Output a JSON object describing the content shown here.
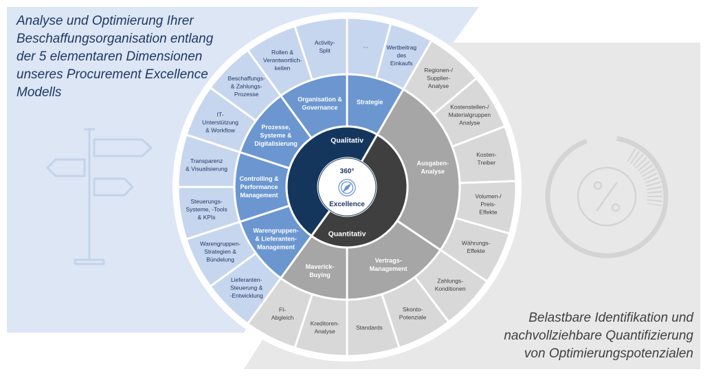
{
  "texts": {
    "left_headline": "Analyse und Optimierung Ihrer\nBeschaffungsorganisation entlang\nder 5 elementaren Dimensionen\nunseres Procurement Excellence\nModells",
    "right_headline": "Belastbare Identifikation und\nnachvollziehbare Quantifizierung\nvon Optimierungspotenzialen"
  },
  "colors": {
    "left_panel": "#dce6f5",
    "right_panel": "#e8e8e8",
    "qual_dark": "#14365d",
    "quan_dark": "#3f3f3f",
    "qual_mid": "#6b96d0",
    "quan_mid": "#a6a6a6",
    "qual_outer": "#c6d6ee",
    "quan_outer": "#d8d8d8",
    "ring_line": "#ffffff",
    "qual_text": "#1f3864",
    "quan_text": "#404040",
    "icon_blue": "#c4d3ea",
    "icon_grey": "#d4d4d4"
  },
  "diagram": {
    "center": {
      "line1": "360°",
      "line2": "Excellence",
      "icon": "compass-icon"
    },
    "hemispheres": [
      {
        "id": "qualitativ",
        "label": "Qualitativ"
      },
      {
        "id": "quantitativ",
        "label": "Quantitativ"
      }
    ],
    "dimensions": [
      {
        "id": "strategie",
        "group": "qual",
        "label": [
          "Strategie"
        ],
        "start": 0,
        "end": 30,
        "items": [
          {
            "label": [
              "..."
            ],
            "start": 0,
            "end": 15
          },
          {
            "label": [
              "Wertbeitrag",
              "des",
              "Einkaufs"
            ],
            "start": 15,
            "end": 30
          }
        ]
      },
      {
        "id": "ausgaben",
        "group": "quan",
        "label": [
          "Ausgaben-",
          "Analyse"
        ],
        "start": 30,
        "end": 124,
        "items": [
          {
            "label": [
              "Regionen-/",
              "Supplier-",
              "Analyse"
            ],
            "start": 30,
            "end": 50
          },
          {
            "label": [
              "Kostenstellen-/",
              "Materialgruppen",
              "Analyse"
            ],
            "start": 50,
            "end": 69
          },
          {
            "label": [
              "Kosten-",
              "Treiber"
            ],
            "start": 69,
            "end": 88
          },
          {
            "label": [
              "Volumen-/",
              "Preis-",
              "Effekte"
            ],
            "start": 88,
            "end": 106
          },
          {
            "label": [
              "Währungs-",
              "Effekte"
            ],
            "start": 106,
            "end": 124
          }
        ]
      },
      {
        "id": "vertrags",
        "group": "quan",
        "label": [
          "Vertrags-",
          "Management"
        ],
        "start": 124,
        "end": 180,
        "items": [
          {
            "label": [
              "Zahlungs-",
              "Konditionen"
            ],
            "start": 124,
            "end": 143
          },
          {
            "label": [
              "Skonto-",
              "Potenziale"
            ],
            "start": 143,
            "end": 162
          },
          {
            "label": [
              "Standards"
            ],
            "start": 162,
            "end": 180
          }
        ]
      },
      {
        "id": "maverick",
        "group": "quan",
        "label": [
          "Maverick-",
          "Buying"
        ],
        "start": 180,
        "end": 216,
        "items": [
          {
            "label": [
              "Kreditoren-",
              "Analyse"
            ],
            "start": 180,
            "end": 198
          },
          {
            "label": [
              "FI-",
              "Abgleich"
            ],
            "start": 198,
            "end": 216
          }
        ]
      },
      {
        "id": "warengruppen",
        "group": "qual",
        "label": [
          "Warengruppen-",
          "& Lieferanten-",
          "Management"
        ],
        "start": 216,
        "end": 252,
        "items": [
          {
            "label": [
              "Lieferanten-",
              "Steuerung &",
              "-Entwicklung"
            ],
            "start": 216,
            "end": 234
          },
          {
            "label": [
              "Warengruppen-",
              "Strategien &",
              "Bündelung"
            ],
            "start": 234,
            "end": 252
          }
        ]
      },
      {
        "id": "controlling",
        "group": "qual",
        "label": [
          "Controlling &",
          "Performance",
          "Management"
        ],
        "start": 252,
        "end": 288,
        "items": [
          {
            "label": [
              "Steuerungs-",
              "Systeme, -Tools",
              "& KPIs"
            ],
            "start": 252,
            "end": 270
          },
          {
            "label": [
              "Transparenz",
              "& Visualisierung"
            ],
            "start": 270,
            "end": 288
          }
        ]
      },
      {
        "id": "prozesse",
        "group": "qual",
        "label": [
          "Prozesse,",
          "Systeme &",
          "Digitalisierung"
        ],
        "start": 288,
        "end": 324,
        "items": [
          {
            "label": [
              "IT-",
              "Unterstützung",
              "& Workflow"
            ],
            "start": 288,
            "end": 306
          },
          {
            "label": [
              "Beschaffungs-",
              "& Zahlungs-",
              "Prozesse"
            ],
            "start": 306,
            "end": 324
          }
        ]
      },
      {
        "id": "organisation",
        "group": "qual",
        "label": [
          "Organisation &",
          "Governance"
        ],
        "start": 324,
        "end": 360,
        "items": [
          {
            "label": [
              "Rollen &",
              "Verantwortlich-",
              "keiten"
            ],
            "start": 324,
            "end": 342
          },
          {
            "label": [
              "Activity-",
              "Split"
            ],
            "start": 342,
            "end": 360
          }
        ]
      }
    ]
  }
}
